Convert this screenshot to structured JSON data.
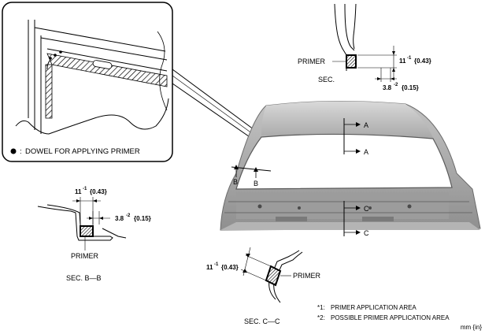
{
  "detail_note": "DOWEL FOR APPLYING PRIMER",
  "detail_note_prefix": ":",
  "sec_top": {
    "title": "SEC.",
    "label": "PRIMER",
    "dim_height": "11",
    "dim_height_tol": "-1",
    "dim_height_in": "{0.43}",
    "dim_width": "3.8",
    "dim_width_tol": "-2",
    "dim_width_in": "{0.15}"
  },
  "sec_b": {
    "title": "SEC. B—B",
    "label": "PRIMER",
    "dim_top": "11",
    "dim_top_tol": "-1",
    "dim_top_in": "{0.43}",
    "dim_side": "3.8",
    "dim_side_tol": "-2",
    "dim_side_in": "{0.15}"
  },
  "sec_c": {
    "title": "SEC. C—C",
    "label": "PRIMER",
    "dim": "11",
    "dim_tol": "-1",
    "dim_in": "{0.43}"
  },
  "section_marks": [
    "A",
    "A",
    "B",
    "B",
    "C",
    "C"
  ],
  "notes": [
    {
      "mark": "*1:",
      "text": "PRIMER APPLICATION AREA"
    },
    {
      "mark": "*2:",
      "text": "POSSIBLE PRIMER APPLICATION AREA"
    }
  ],
  "units": "mm {in}"
}
